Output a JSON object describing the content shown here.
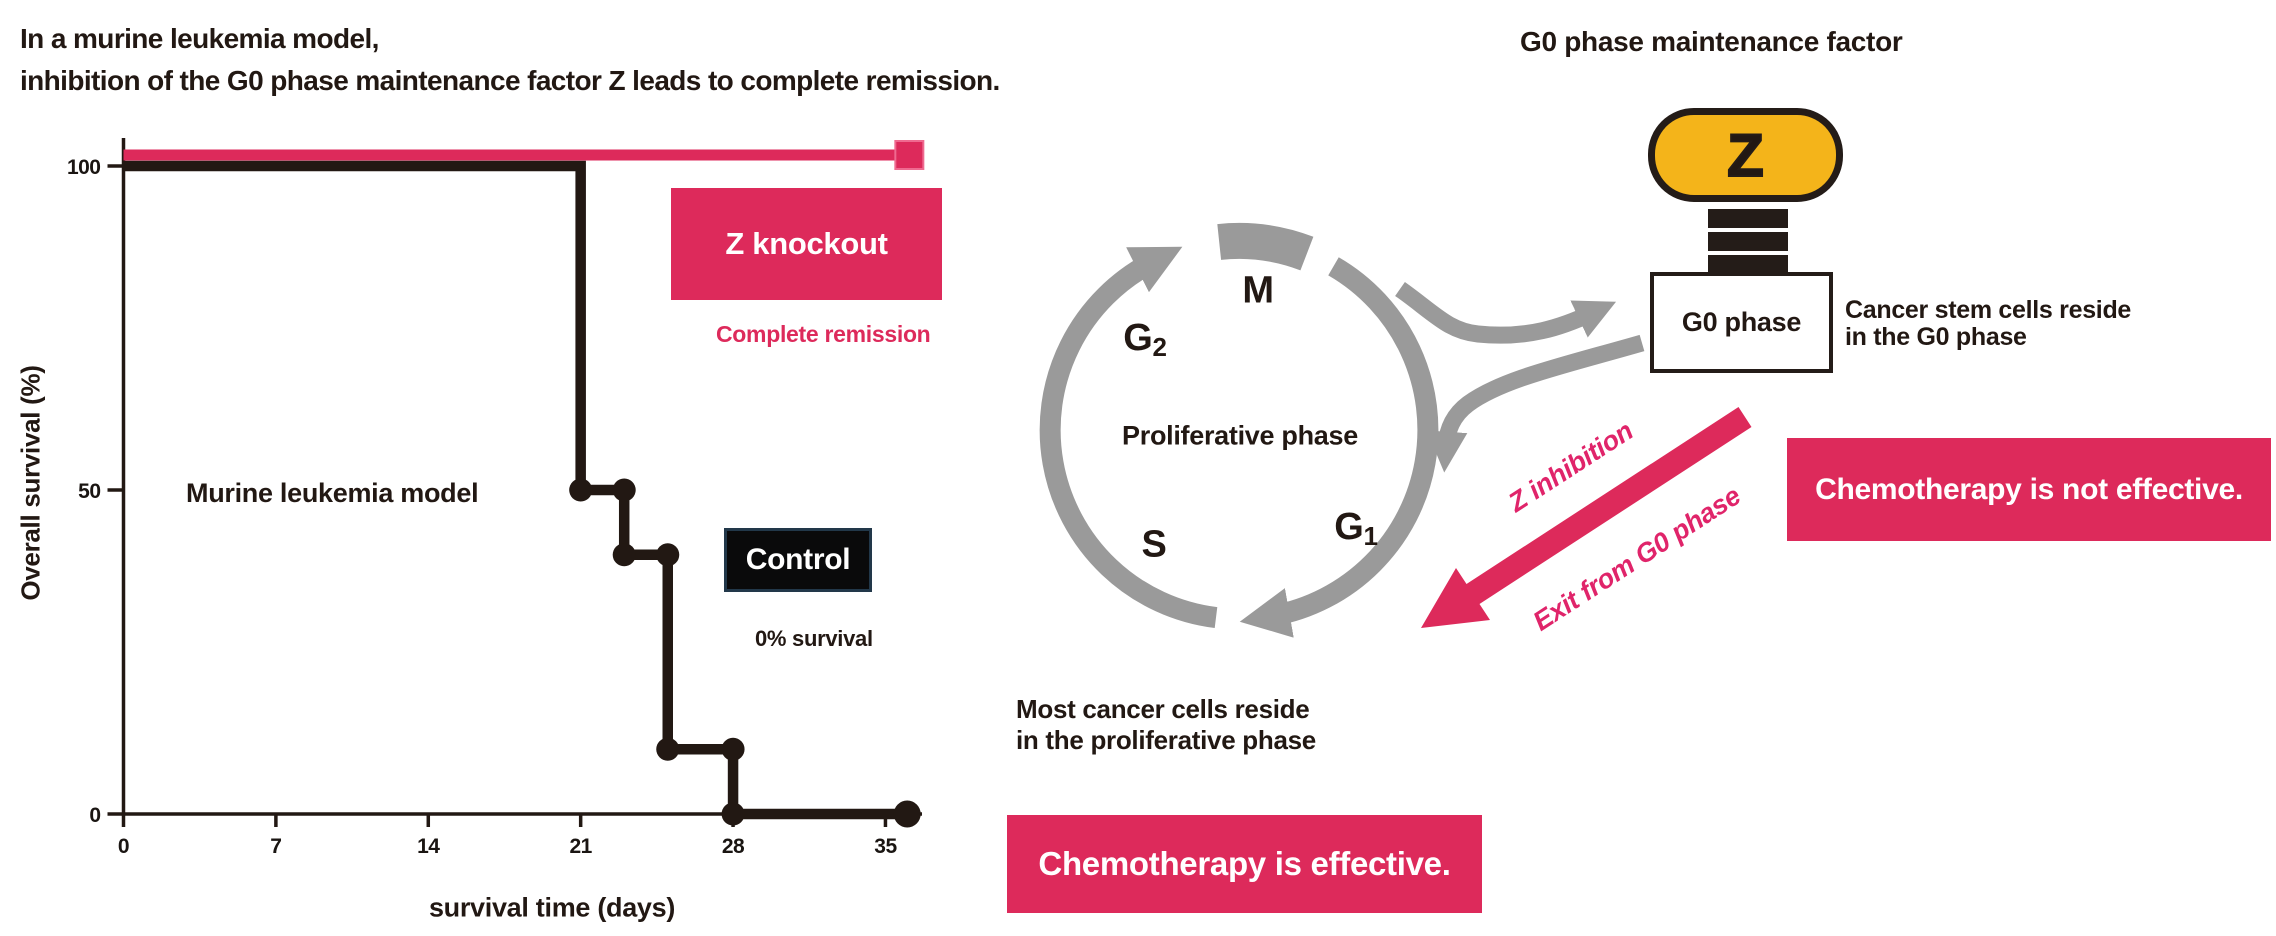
{
  "colors": {
    "crimson": "#DD2A5B",
    "pink_label": "#E0246A",
    "gray": "#9A9A9A",
    "ink": "#221813",
    "yellow": "#F4B41A"
  },
  "header": {
    "title_line1": "In a murine leukemia model,",
    "title_line2": "inhibition of the G0 phase maintenance factor Z leads to complete remission."
  },
  "km_chart": {
    "ylabel": "Overall survival (%)",
    "xlabel": "survival time (days)",
    "model_annotation": "Murine leukemia model",
    "zko_label": "Z knockout",
    "zko_note": "Complete remission",
    "control_label": "Control",
    "control_note": "0% survival"
  },
  "chart_data": {
    "type": "line",
    "subtype": "kaplan-meier-step",
    "title": "",
    "xlabel": "survival time (days)",
    "ylabel": "Overall survival (%)",
    "xlim": [
      0,
      36
    ],
    "ylim": [
      0,
      100
    ],
    "x_ticks": [
      0,
      7,
      14,
      21,
      28,
      35
    ],
    "y_ticks": [
      100,
      50,
      0
    ],
    "grid": false,
    "legend_position": "inside-right",
    "series": [
      {
        "name": "Z knockout",
        "color": "#DD2A5B",
        "end_marker": "square",
        "note": "Complete remission",
        "steps": [
          [
            0,
            100
          ],
          [
            35.5,
            100
          ]
        ]
      },
      {
        "name": "Control",
        "color": "#221813",
        "note": "0% survival",
        "steps": [
          [
            0,
            100
          ],
          [
            21,
            100
          ],
          [
            21,
            50
          ],
          [
            23,
            50
          ],
          [
            23,
            40
          ],
          [
            25,
            40
          ],
          [
            25,
            10
          ],
          [
            28,
            10
          ],
          [
            28,
            0
          ],
          [
            36,
            0
          ]
        ],
        "markers": [
          [
            21,
            50
          ],
          [
            23,
            50
          ],
          [
            23,
            40
          ],
          [
            25,
            40
          ],
          [
            25,
            10
          ],
          [
            28,
            10
          ],
          [
            28,
            0
          ],
          [
            36,
            0
          ]
        ]
      }
    ]
  },
  "cycle": {
    "m": "M",
    "g2": {
      "base": "G",
      "sub": "2"
    },
    "g1": {
      "base": "G",
      "sub": "1"
    },
    "s": "S",
    "center_label": "Proliferative phase",
    "note_line1": "Most cancer cells reside",
    "note_line2": "in the proliferative phase",
    "banner": "Chemotherapy is effective."
  },
  "g0": {
    "heading": "G0 phase maintenance factor",
    "factor": "Z",
    "box_label": "G0 phase",
    "note_line1": "Cancer stem cells reside",
    "note_line2": "in the G0 phase",
    "arrow_label_upper": "Z inhibition",
    "arrow_label_lower": "Exit from G0 phase",
    "banner": "Chemotherapy is not effective."
  }
}
